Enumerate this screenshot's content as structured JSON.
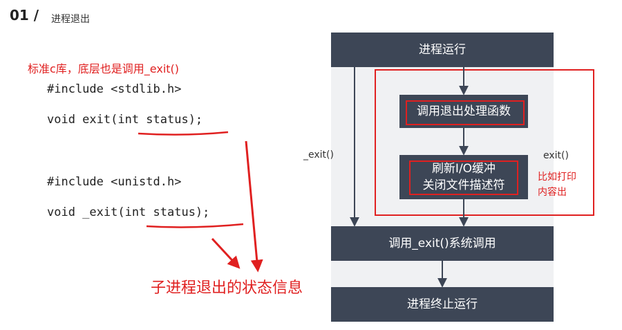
{
  "header": {
    "number": "01 /",
    "title": "进程退出"
  },
  "note": {
    "text": "标准c库，底层也是调用_exit()"
  },
  "code": {
    "line1": "#include <stdlib.h>",
    "line2": "void exit(int status);",
    "line3": "#include <unistd.h>",
    "line4": "void _exit(int status);"
  },
  "flow": {
    "run": "进程运行",
    "call_handlers": "调用退出处理函数",
    "flush_line1": "刷新I/O缓冲",
    "flush_line2": "关闭文件描述符",
    "syscall": "调用_exit()系统调用",
    "terminate": "进程终止运行",
    "exit_label": "exit()",
    "underscore_exit_label": "_exit()",
    "print_note_line1": "比如打印",
    "print_note_line2": "内容出"
  },
  "status_annotation": "子进程退出的状态信息",
  "colors": {
    "box": "#3d4656",
    "accent_red": "#e02020",
    "panel": "#f0f1f3"
  }
}
